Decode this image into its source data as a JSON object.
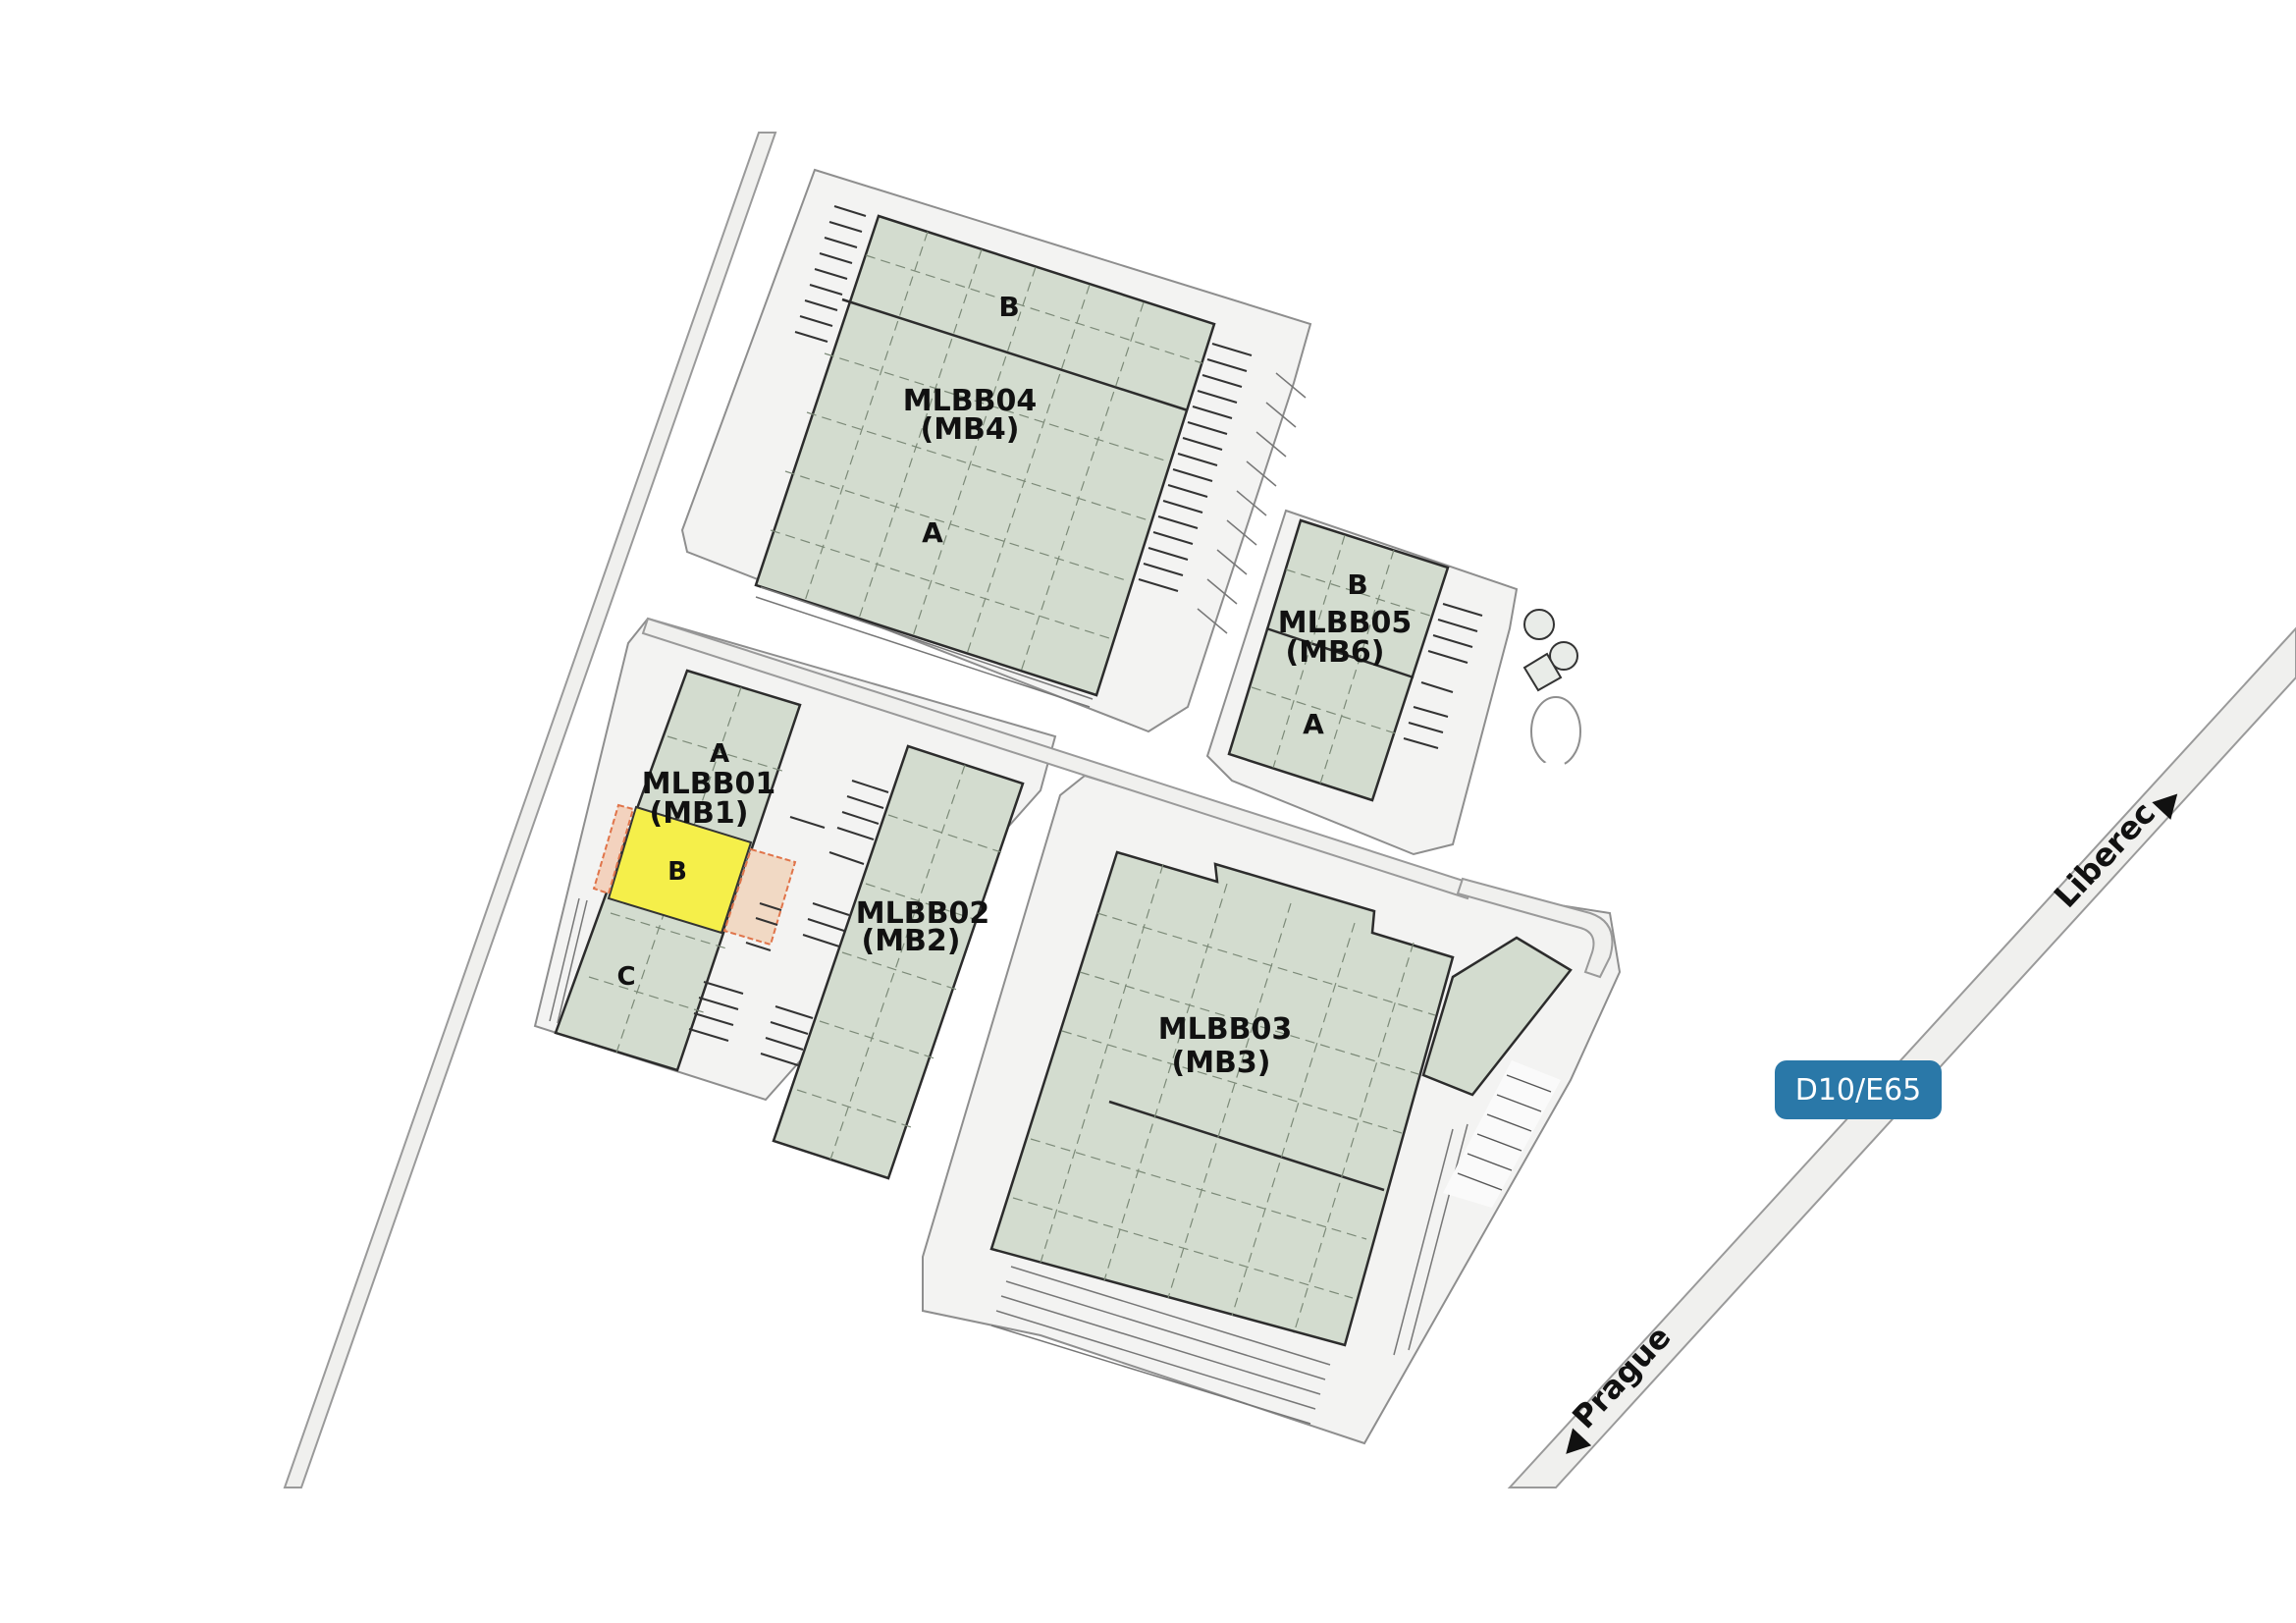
{
  "colors": {
    "building_fill": "#d3dccf",
    "highlight_unit": "#f5ef4a",
    "highlight_outline": "#e0744a",
    "road": "#f0f0ee",
    "sign_bg": "#2a78a8"
  },
  "buildings": [
    {
      "id": "MLBB04",
      "label_line1": "MLBB04",
      "label_line2": "(MB4)",
      "units": [
        "A",
        "B"
      ]
    },
    {
      "id": "MLBB05",
      "label_line1": "MLBB05",
      "label_line2": "(MB6)",
      "units": [
        "A",
        "B"
      ]
    },
    {
      "id": "MLBB01",
      "label_line1": "MLBB01",
      "label_line2": "(MB1)",
      "units": [
        "A",
        "B",
        "C"
      ],
      "highlighted_unit": "B"
    },
    {
      "id": "MLBB02",
      "label_line1": "MLBB02",
      "label_line2": "(MB2)",
      "units": []
    },
    {
      "id": "MLBB03",
      "label_line1": "MLBB03",
      "label_line2": "(MB3)",
      "units": []
    }
  ],
  "highway": {
    "sign": "D10/E65",
    "direction_north": "Liberec",
    "direction_south": "Prague"
  },
  "icons": {
    "arrow_north": "triangle-arrow-right",
    "arrow_south": "triangle-arrow-left"
  }
}
